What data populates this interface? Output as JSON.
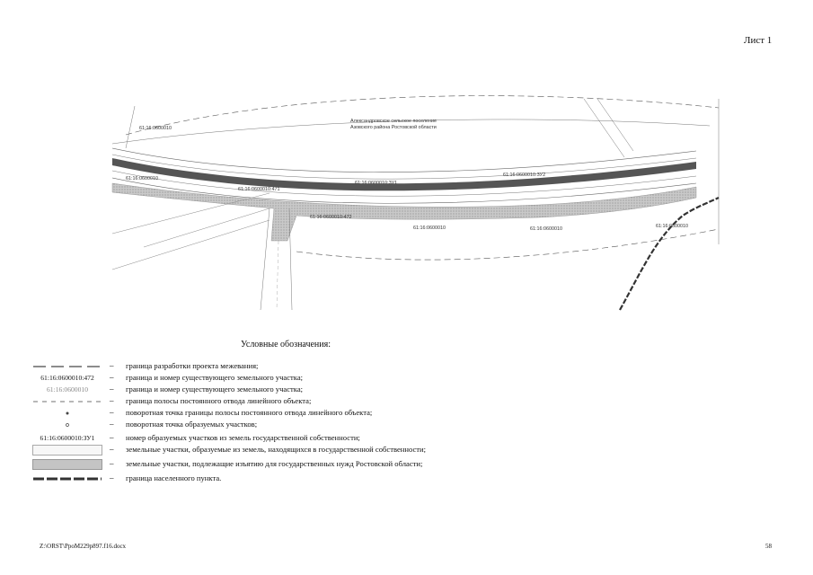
{
  "header": {
    "sheet_label": "Лист 1"
  },
  "map": {
    "settlement_label_line1": "Александровское сельское поселение",
    "settlement_label_line2": "Азовского района Ростовской области"
  },
  "legend": {
    "title": "Условные обозначения:",
    "dash": "–",
    "items": [
      {
        "symbol_text": "",
        "text": "граница разработки проекта межевания;"
      },
      {
        "symbol_text": "61:16:0600010:472",
        "text": "граница и номер существующего земельного участка;"
      },
      {
        "symbol_text": "61:16:0600010",
        "text": "граница и номер существующего земельного участка;"
      },
      {
        "symbol_text": "",
        "text": "граница полосы постоянного отвода линейного объекта;"
      },
      {
        "symbol_text": "",
        "text": "поворотная точка границы полосы постоянного отвода линейного объекта;"
      },
      {
        "symbol_text": "",
        "text": "поворотная точка образуемых участков;"
      },
      {
        "symbol_text": "61:16:0600010:ЗУ1",
        "text": " номер образуемых участков из земель государственной собственности;"
      },
      {
        "symbol_text": "",
        "text": "земельные участки, образуемые из земель, находящихся в государственной собственности;"
      },
      {
        "symbol_text": "",
        "text": "земельные участки, подлежащие изъятию для государственных нужд Ростовской области;"
      },
      {
        "symbol_text": "",
        "text": "граница населенного пункта."
      }
    ]
  },
  "footer": {
    "file_path": "Z:\\ORST\\PpoM229p897.f16.docx",
    "page_number": "58"
  }
}
